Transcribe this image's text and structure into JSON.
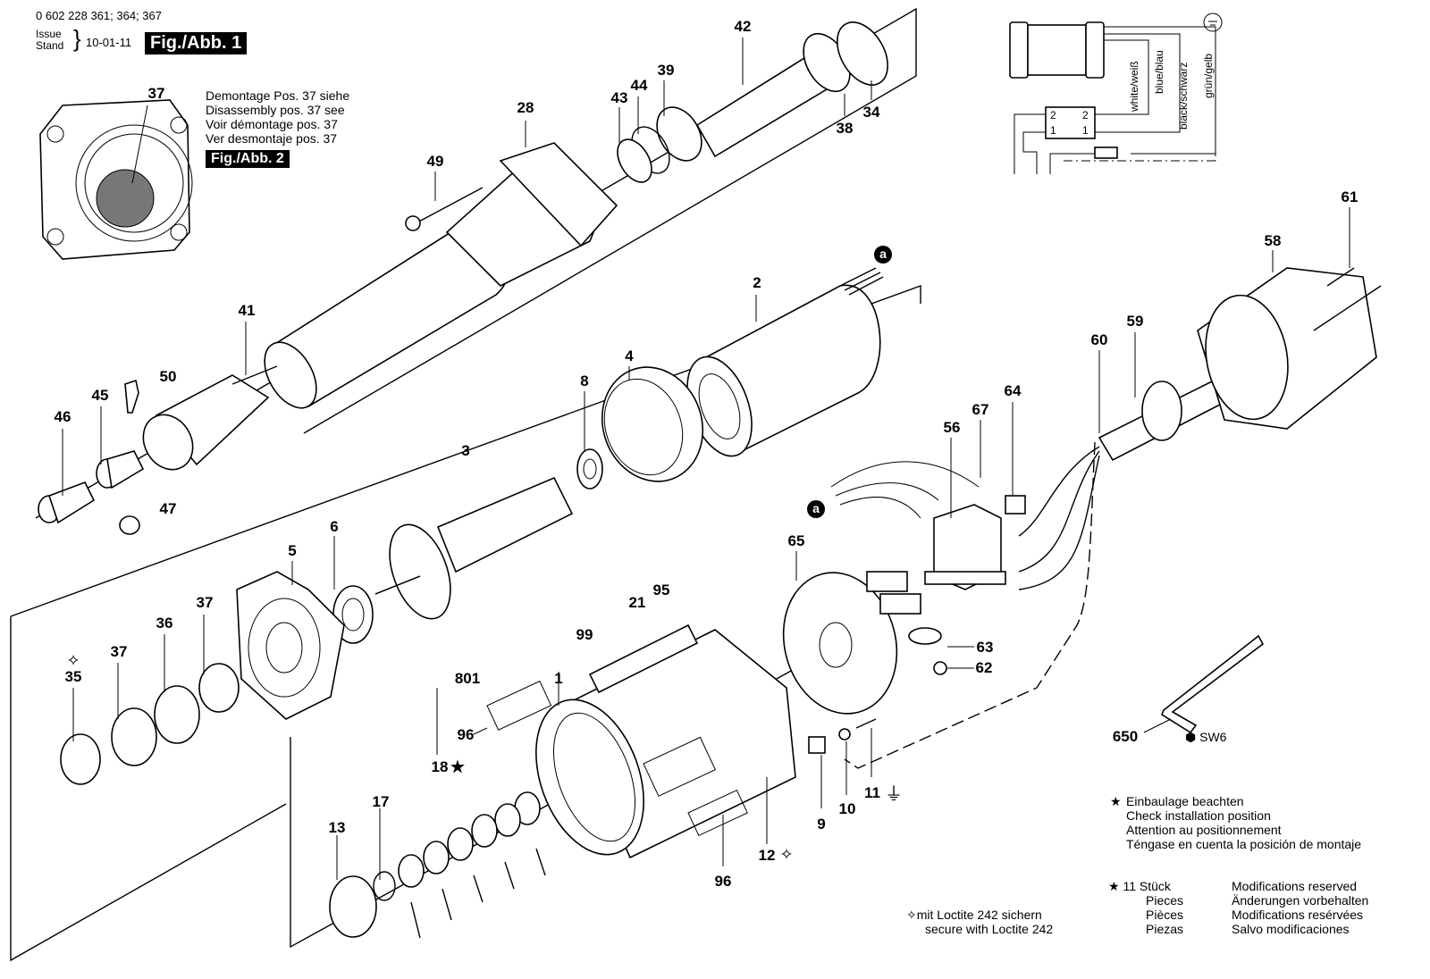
{
  "header": {
    "part_numbers": "0 602 228 361; 364; 367",
    "issue_label": "Issue",
    "stand_label": "Stand",
    "issue_date": "10-01-11",
    "figure_title": "Fig./Abb. 1"
  },
  "inset": {
    "callout": "37",
    "note_lines": [
      "Demontage Pos. 37 siehe",
      "Disassembly pos. 37 see",
      "Voir démontage pos. 37",
      "Ver desmontaje pos. 37"
    ],
    "figure_ref": "Fig./Abb. 2"
  },
  "wiring": {
    "wires": [
      "white/weiß",
      "blue/blau",
      "black/schwarz",
      "grün/gelb"
    ],
    "terminals": [
      "2",
      "2",
      "1",
      "1"
    ],
    "ground_icon": "ground-symbol"
  },
  "parts": [
    {
      "id": "p42",
      "label": "42"
    },
    {
      "id": "p34",
      "label": "34"
    },
    {
      "id": "p38",
      "label": "38"
    },
    {
      "id": "p39",
      "label": "39"
    },
    {
      "id": "p44",
      "label": "44"
    },
    {
      "id": "p43",
      "label": "43"
    },
    {
      "id": "p28",
      "label": "28"
    },
    {
      "id": "p49",
      "label": "49"
    },
    {
      "id": "p41",
      "label": "41"
    },
    {
      "id": "p50",
      "label": "50"
    },
    {
      "id": "p45",
      "label": "45"
    },
    {
      "id": "p46",
      "label": "46"
    },
    {
      "id": "p47",
      "label": "47"
    },
    {
      "id": "p2",
      "label": "2"
    },
    {
      "id": "pa1",
      "label": "a"
    },
    {
      "id": "p4",
      "label": "4"
    },
    {
      "id": "p8",
      "label": "8"
    },
    {
      "id": "p3",
      "label": "3"
    },
    {
      "id": "p6",
      "label": "6"
    },
    {
      "id": "p5",
      "label": "5"
    },
    {
      "id": "p37a",
      "label": "37"
    },
    {
      "id": "p36",
      "label": "36"
    },
    {
      "id": "p37b",
      "label": "37"
    },
    {
      "id": "p35",
      "label": "35"
    },
    {
      "id": "p61",
      "label": "61"
    },
    {
      "id": "p58",
      "label": "58"
    },
    {
      "id": "p59",
      "label": "59"
    },
    {
      "id": "p60",
      "label": "60"
    },
    {
      "id": "p67",
      "label": "67"
    },
    {
      "id": "p64",
      "label": "64"
    },
    {
      "id": "p56",
      "label": "56"
    },
    {
      "id": "pa2",
      "label": "a"
    },
    {
      "id": "p65",
      "label": "65"
    },
    {
      "id": "p63",
      "label": "63"
    },
    {
      "id": "p62",
      "label": "62"
    },
    {
      "id": "p21",
      "label": "21"
    },
    {
      "id": "p95",
      "label": "95"
    },
    {
      "id": "p99",
      "label": "99"
    },
    {
      "id": "p801",
      "label": "801"
    },
    {
      "id": "p1",
      "label": "1"
    },
    {
      "id": "p96a",
      "label": "96"
    },
    {
      "id": "p18",
      "label": "18"
    },
    {
      "id": "p17",
      "label": "17"
    },
    {
      "id": "p13",
      "label": "13"
    },
    {
      "id": "p96b",
      "label": "96"
    },
    {
      "id": "p12",
      "label": "12"
    },
    {
      "id": "p9",
      "label": "9"
    },
    {
      "id": "p10",
      "label": "10"
    },
    {
      "id": "p11",
      "label": "11"
    },
    {
      "id": "p650",
      "label": "650"
    }
  ],
  "tool": {
    "hex_size": "SW6"
  },
  "legend": {
    "star_note": [
      "Einbaulage beachten",
      "Check installation position",
      "Attention au positionnement",
      "Téngase en cuenta la posición de montaje"
    ],
    "pieces_count": "11 Stück",
    "pieces_words": [
      "Pieces",
      "Pièces",
      "Piezas"
    ],
    "modifications": [
      "Modifications reserved",
      "Änderungen vorbehalten",
      "Modifications resérvées",
      "Salvo modificaciones"
    ],
    "loctite": [
      "mit Loctite 242 sichern",
      "secure with Loctite 242"
    ]
  }
}
